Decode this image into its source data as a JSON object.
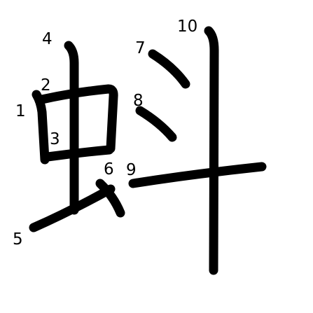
{
  "character": "蚪",
  "stroke_numbers": [
    "1",
    "2",
    "3",
    "4",
    "5",
    "6",
    "7",
    "8",
    "9",
    "10"
  ],
  "colors": {
    "stroke": "#000000",
    "label": "#000000",
    "background": "#ffffff"
  }
}
